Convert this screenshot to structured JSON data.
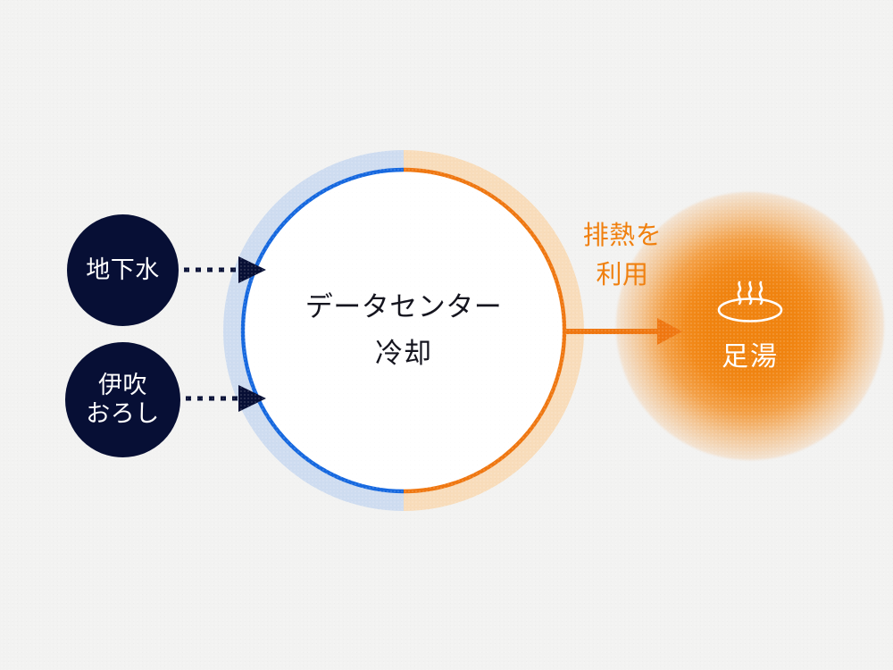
{
  "diagram": {
    "title_center": {
      "line1": "データセンター",
      "line2": "冷却"
    },
    "sources": [
      {
        "name": "groundwater",
        "label": "地下水",
        "lines": [
          "地下水"
        ]
      },
      {
        "name": "ibuki-oroshi",
        "label": "伊吹おろし",
        "lines": [
          "伊吹",
          "おろし"
        ]
      }
    ],
    "heat_caption": {
      "line1": "排熱を",
      "line2": "利用"
    },
    "output": {
      "label": "足湯",
      "icon": "onsen-hot-spring-icon"
    },
    "ring": {
      "cool_half_label": "cooling-intake-half",
      "heat_half_label": "waste-heat-half"
    },
    "connectors": [
      {
        "name": "groundwater-to-center",
        "style": "dotted-arrow"
      },
      {
        "name": "wind-to-center",
        "style": "dotted-arrow"
      },
      {
        "name": "center-to-footbath",
        "style": "solid-arrow"
      }
    ]
  },
  "colors": {
    "background": "#f2f2f1",
    "navy": "#070f35",
    "blue_stroke": "#1668df",
    "blue_band": "#cedcf0",
    "orange_stroke": "#ef7711",
    "orange_band": "#f8dcba",
    "glow": "#f0830f",
    "center_text": "#15151f",
    "white": "#ffffff"
  }
}
